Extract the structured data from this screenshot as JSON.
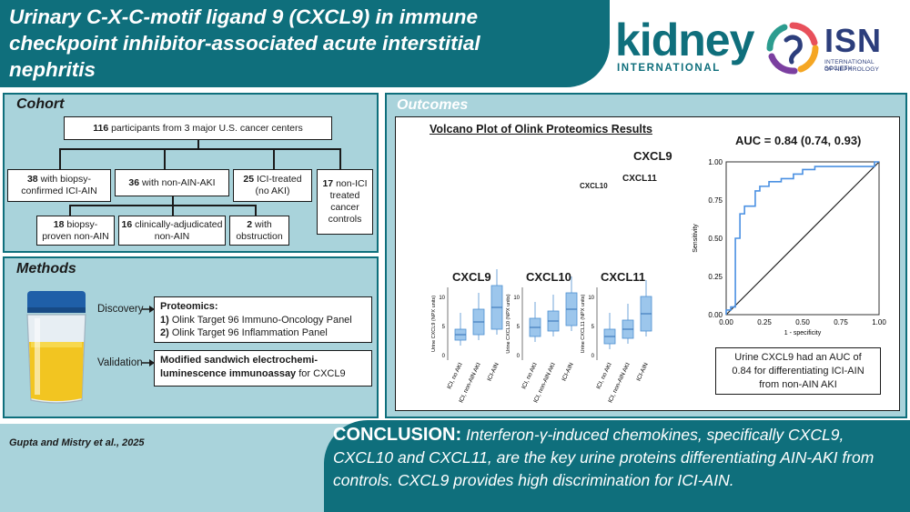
{
  "title": {
    "line1": "Urinary C-X-C-motif ligand 9 (CXCL9) in immune",
    "line2": "checkpoint inhibitor-associated acute interstitial",
    "line3": "nephritis"
  },
  "logos": {
    "kidney_word": "kidney",
    "kidney_sub": "INTERNATIONAL",
    "isn_word": "ISN",
    "isn_sub1": "INTERNATIONAL SOCIETY",
    "isn_sub2": "OF NEPHROLOGY"
  },
  "cohort": {
    "title": "Cohort",
    "root_num": "116",
    "root_text": "participants from 3 major U.S. cancer centers",
    "groups": [
      {
        "num": "38",
        "text1": "with biopsy-",
        "text2": "confirmed ICI-AIN"
      },
      {
        "num": "36",
        "text1": "with non-AIN-AKI",
        "text2": ""
      },
      {
        "num": "25",
        "text1": "ICI-treated",
        "text2": "(no AKI)"
      },
      {
        "num": "17",
        "text1": "non-ICI",
        "text2": "treated",
        "text3": "cancer",
        "text4": "controls"
      }
    ],
    "subgroups": [
      {
        "num": "18",
        "text1": "biopsy-",
        "text2": "proven non-AIN"
      },
      {
        "num": "16",
        "text1": "clinically-adjudicated",
        "text2": "non-AIN"
      },
      {
        "num": "2",
        "text1": "with",
        "text2": "obstruction"
      }
    ]
  },
  "methods": {
    "title": "Methods",
    "discovery_label": "Discovery",
    "validation_label": "Validation",
    "proteomics_head": "Proteomics:",
    "panel1_num": "1)",
    "panel1_text": "Olink Target 96 Immuno-Oncology Panel",
    "panel2_num": "2)",
    "panel2_text": "Olink Target 96 Inflammation Panel",
    "assay_bold1": "Modified sandwich electrochemi-",
    "assay_bold2": "luminescence immunoassay",
    "assay_rest": "for CXCL9"
  },
  "outcomes": {
    "title": "Outcomes",
    "volcano_title": "Volcano Plot of Olink Proteomics Results",
    "volcano_labels": [
      "CXCL9",
      "CXCL11",
      "CXCL10"
    ],
    "auc_title": "AUC = 0.84 (0.74, 0.93)",
    "auc_caption1": "Urine CXCL9 had an AUC of",
    "auc_caption2": "0.84 for differentiating ICI-AIN",
    "auc_caption3": "from non-AIN AKI",
    "roc_xlabel": "1 - specificity",
    "roc_ylabel": "Sensitivity",
    "roc_ticks": [
      "0.00",
      "0.25",
      "0.50",
      "0.75",
      "1.00"
    ]
  },
  "boxplots": [
    {
      "title": "CXCL9",
      "ylabel": "Urine CXCL9 (NPX units)"
    },
    {
      "title": "CXCL10",
      "ylabel": "Urine CXCL10 (NPX units)"
    },
    {
      "title": "CXCL11",
      "ylabel": "Urine CXCL11 (NPX units)"
    }
  ],
  "box_groups": [
    "ICI, no AKI",
    "ICI, non-AIN AKI",
    "ICI-AIN"
  ],
  "box_yticks": [
    "10",
    "5",
    "0"
  ],
  "citation": "Gupta and Mistry et al., 2025",
  "conclusion": {
    "head": "CONCLUSION:",
    "text": "Interferon-γ-induced chemokines, specifically CXCL9, CXCL10 and CXCL11, are the key urine proteins differentiating AIN-AKI from controls. CXCL9 provides high discrimination for ICI-AIN."
  },
  "colors": {
    "teal": "#0f6f7c",
    "panel": "#a9d3db",
    "box_fill": "#9cc6ec",
    "box_stroke": "#4d8fd1",
    "roc_line": "#4a90e2"
  },
  "chart_data": [
    {
      "type": "line",
      "title": "AUC = 0.84 (0.74, 0.93)",
      "xlabel": "1 - specificity",
      "ylabel": "Sensitivity",
      "xlim": [
        0,
        1
      ],
      "ylim": [
        0,
        1
      ],
      "series": [
        {
          "x": [
            0,
            0,
            0.03,
            0.03,
            0.06,
            0.06,
            0.09,
            0.09,
            0.12,
            0.12,
            0.19,
            0.19,
            0.22,
            0.22,
            0.28,
            0.28,
            0.36,
            0.36,
            0.44,
            0.44,
            0.5,
            0.5,
            0.58,
            0.58,
            0.83,
            0.83,
            0.97,
            0.97,
            1.0
          ],
          "y": [
            0,
            0.03,
            0.03,
            0.05,
            0.05,
            0.5,
            0.5,
            0.66,
            0.66,
            0.71,
            0.71,
            0.81,
            0.81,
            0.84,
            0.84,
            0.87,
            0.87,
            0.89,
            0.89,
            0.92,
            0.92,
            0.95,
            0.95,
            0.97,
            0.97,
            0.97,
            0.97,
            1.0,
            1.0
          ]
        }
      ]
    },
    {
      "type": "scatter",
      "title": "Volcano Plot of Olink Proteomics Results",
      "labels": [
        "CXCL9",
        "CXCL11",
        "CXCL10"
      ]
    }
  ]
}
